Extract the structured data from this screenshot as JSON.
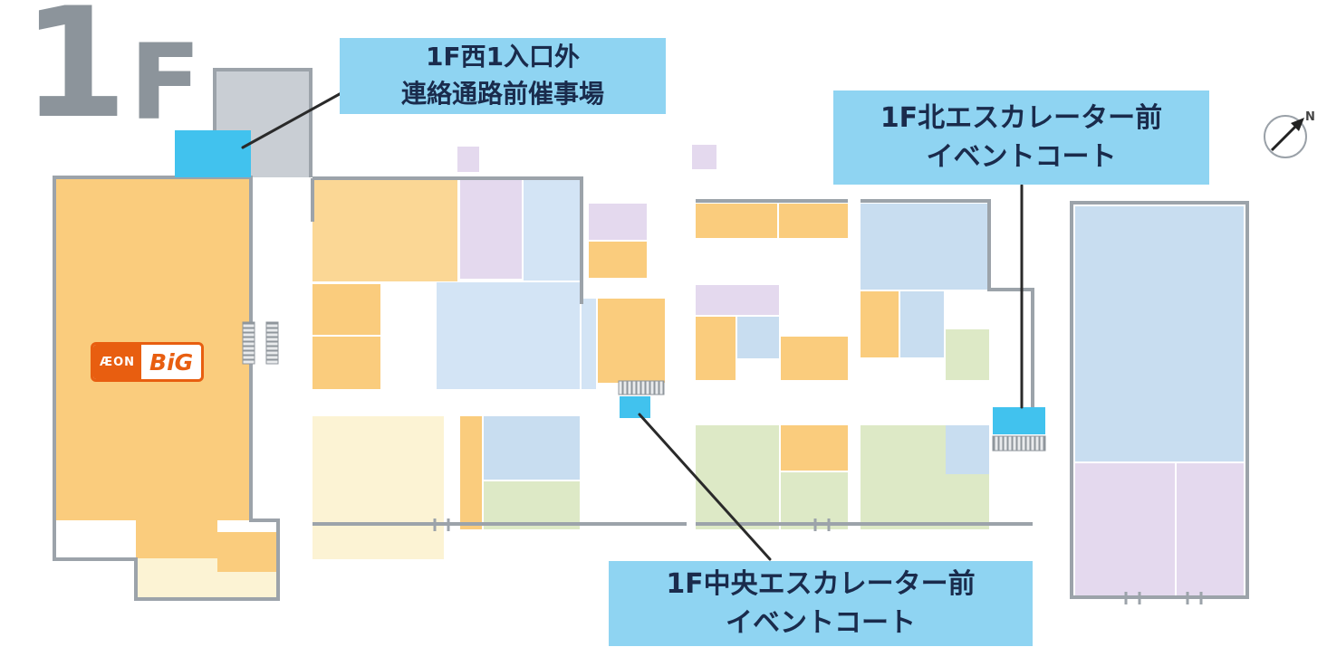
{
  "floor_label": {
    "number": "1",
    "letter": "F"
  },
  "callouts": [
    {
      "line1": "1F西1入口外",
      "line2": "連絡通路前催事場"
    },
    {
      "line1": "1F北エスカレーター前",
      "line2": "イベントコート"
    },
    {
      "line1": "1F中央エスカレーター前",
      "line2": "イベントコート"
    }
  ],
  "logo": {
    "brand1": "ÆON",
    "brand2": "BiG"
  },
  "compass": {
    "label": "N"
  },
  "colors": {
    "callout_bg": "#8FD4F2",
    "callout_text": "#1A2B4C",
    "event_cyan": "#41C2EE",
    "wall_gray": "#9CA3AA",
    "block_gray": "#C9CED4",
    "orange": "#FACC7D",
    "pale_orange": "#FBD795",
    "cream": "#FCF3D4",
    "blue": "#C8DDF0",
    "pale_blue": "#D3E4F5",
    "lavender": "#E4D9EE",
    "green": "#DDE9C6",
    "floor_text": "#8C949B",
    "aeon_orange": "#E85E10",
    "leader_line": "#2A2A2A"
  }
}
